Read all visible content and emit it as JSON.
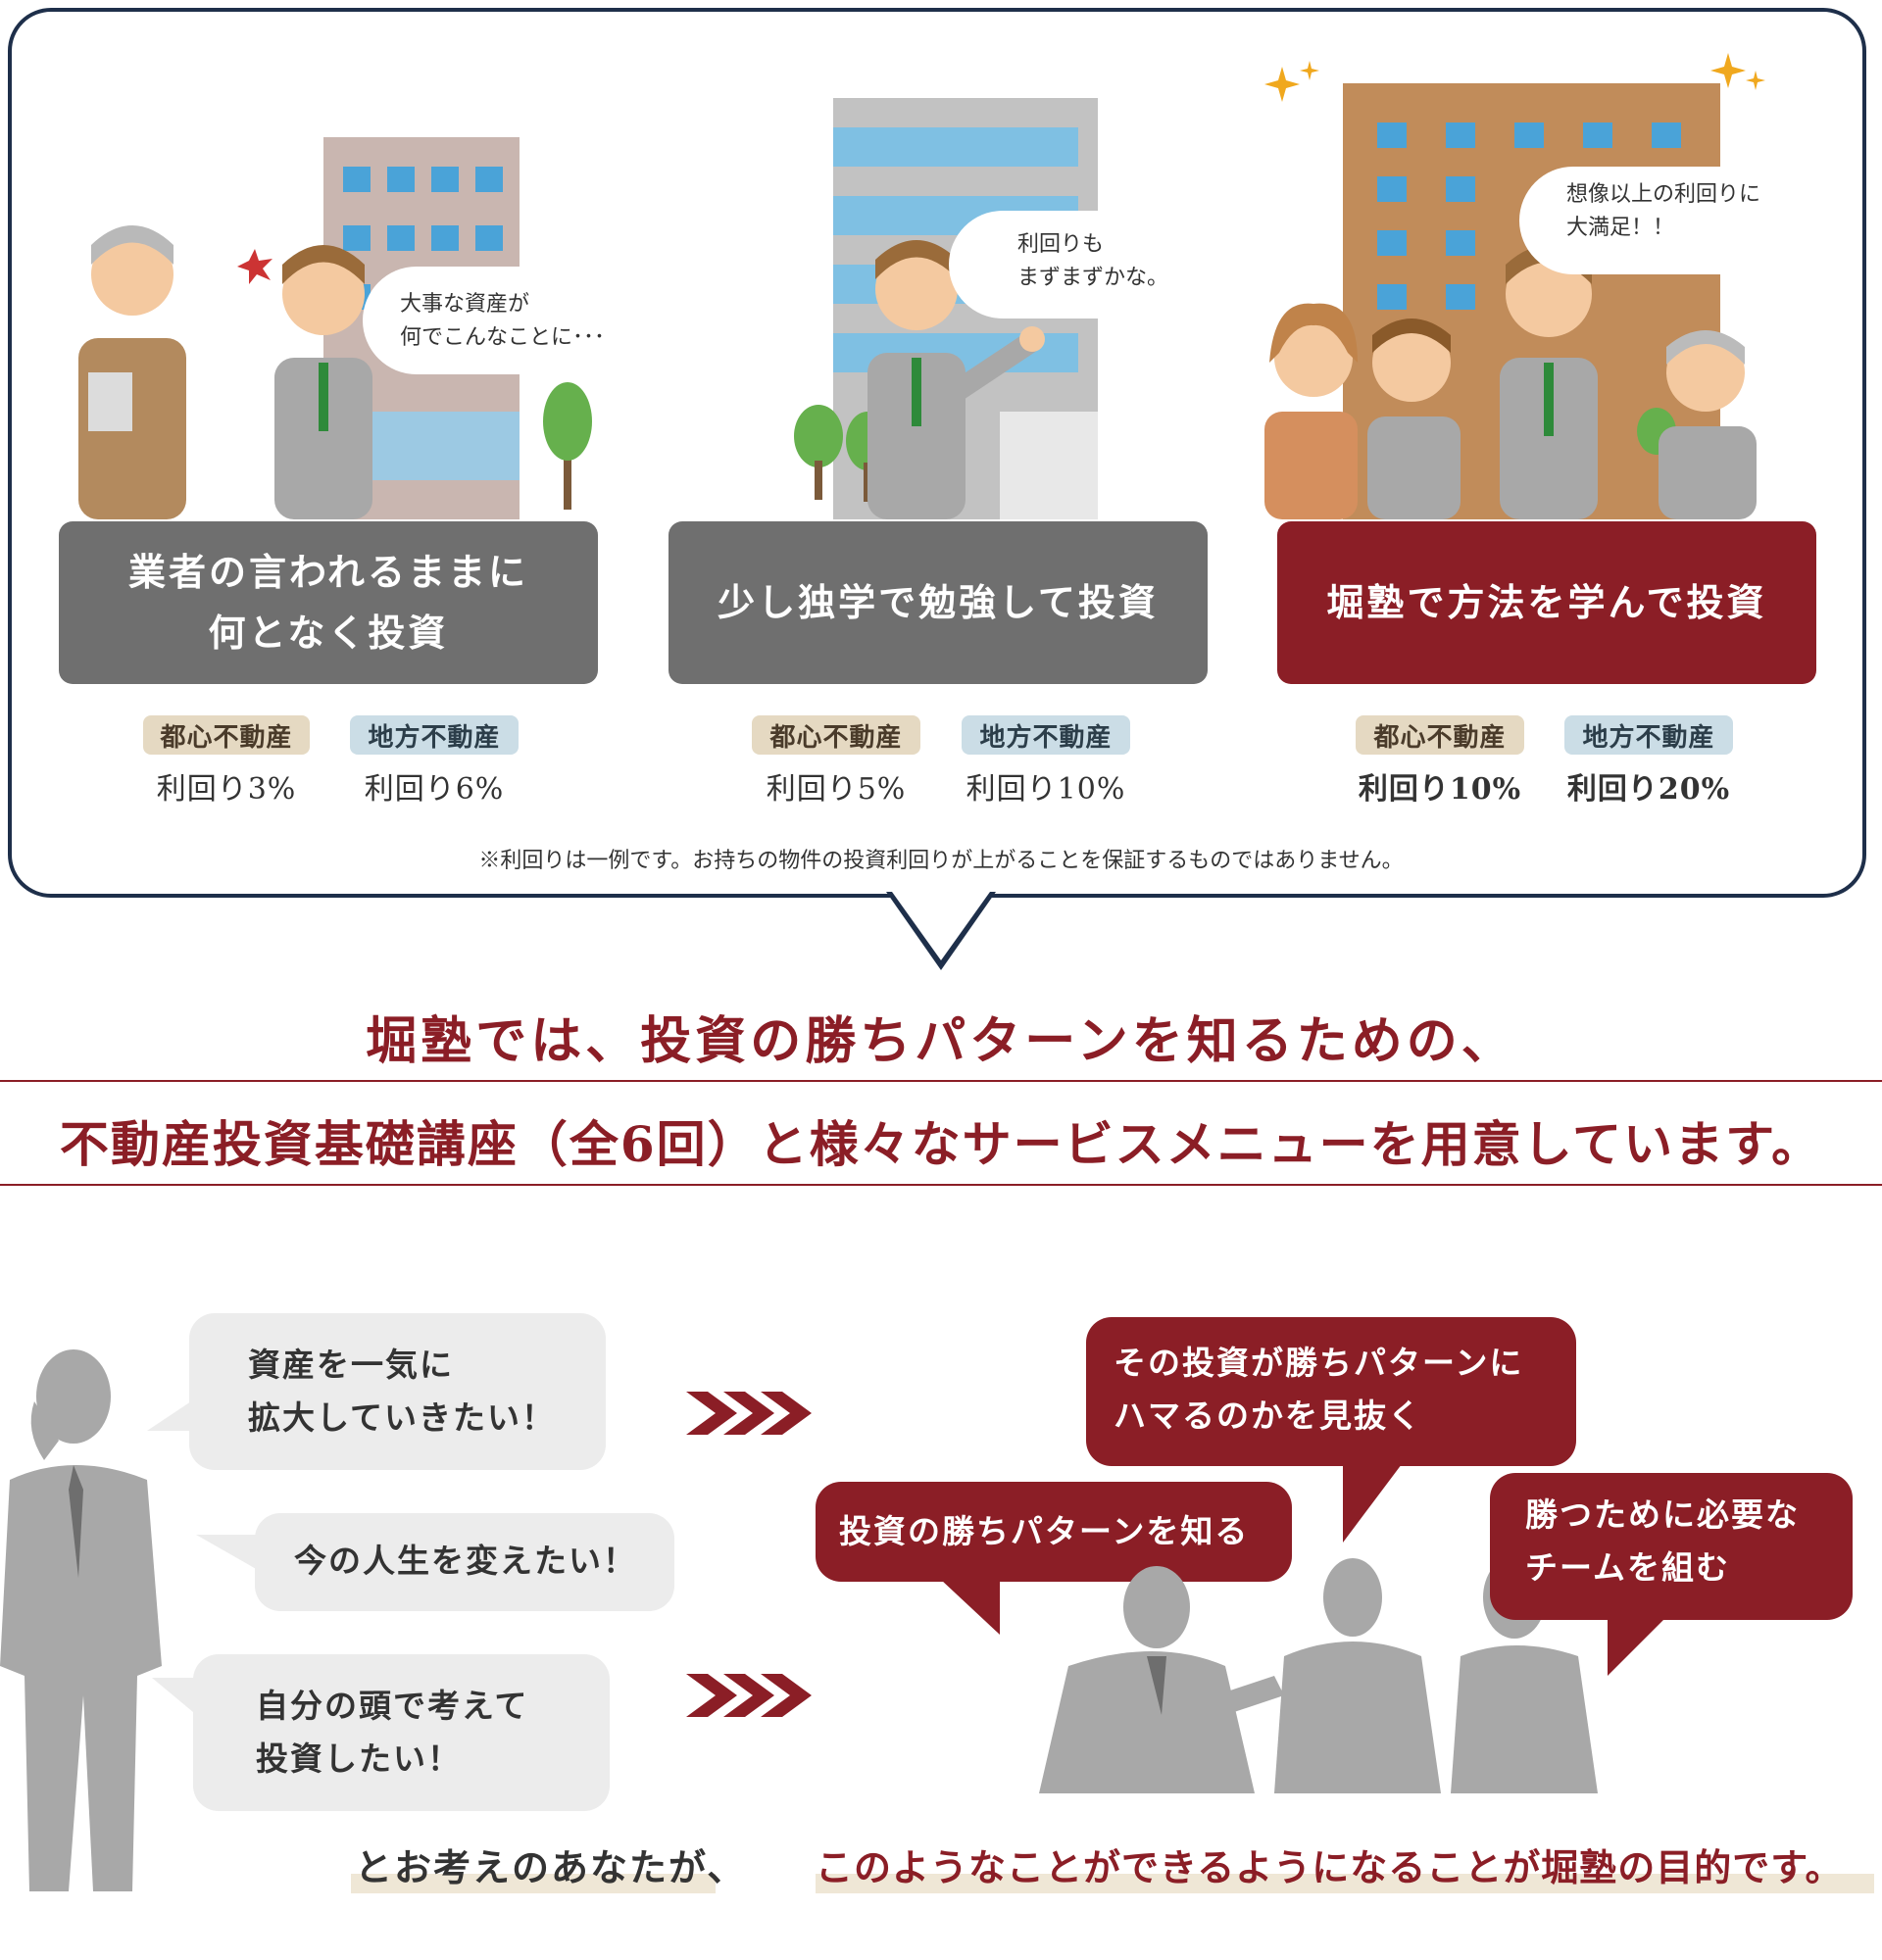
{
  "scenarios": [
    {
      "label_line1": "業者の言われるままに",
      "label_line2": "何となく投資",
      "speech_line1": "大事な資産が",
      "speech_line2": "何でこんなことに･･･",
      "tag_urban": "都心不動産",
      "tag_rural": "地方不動産",
      "yield_urban": "利回り3%",
      "yield_rural": "利回り6%"
    },
    {
      "label_line1": "少し独学で勉強して投資",
      "speech_line1": "利回りも",
      "speech_line2": "まずまずかな。",
      "tag_urban": "都心不動産",
      "tag_rural": "地方不動産",
      "yield_urban": "利回り5%",
      "yield_rural": "利回り10%"
    },
    {
      "label_line1": "堀塾で方法を学んで投資",
      "speech_line1": "想像以上の利回りに",
      "speech_line2": "大満足！！",
      "tag_urban": "都心不動産",
      "tag_rural": "地方不動産",
      "yield_urban": "利回り10%",
      "yield_rural": "利回り20%"
    }
  ],
  "note": "※利回りは一例です。お持ちの物件の投資利回りが上がることを保証するものではありません。",
  "heading": {
    "line1": "堀塾では、投資の勝ちパターンを知るための、",
    "line2": "不動産投資基礎講座（全6回）と様々なサービスメニューを用意しています。"
  },
  "wishes": [
    {
      "line1": "資産を一気に",
      "line2": "拡大していきたい！"
    },
    {
      "line1": "今の人生を変えたい！"
    },
    {
      "line1": "自分の頭で考えて",
      "line2": "投資したい！"
    }
  ],
  "goals": [
    {
      "line1": "その投資が勝ちパターンに",
      "line2": "ハマるのかを見抜く"
    },
    {
      "line1": "投資の勝ちパターンを知る"
    },
    {
      "line1": "勝つために必要な",
      "line2": "チームを組む"
    }
  ],
  "footer": {
    "left": "とお考えのあなたが、",
    "right": "このようなことができるようになることが堀塾の目的です。"
  },
  "colors": {
    "accent": "#8b1e26",
    "gray_box": "#6f6f6f",
    "panel_border": "#1e2f4a",
    "tag_beige": "#e5d9c2",
    "tag_blue": "#cbdde6",
    "silhouette": "#a8a8a8"
  },
  "icons": [
    "arrow-chevrons-icon",
    "anger-mark-icon",
    "sparkle-icon"
  ]
}
